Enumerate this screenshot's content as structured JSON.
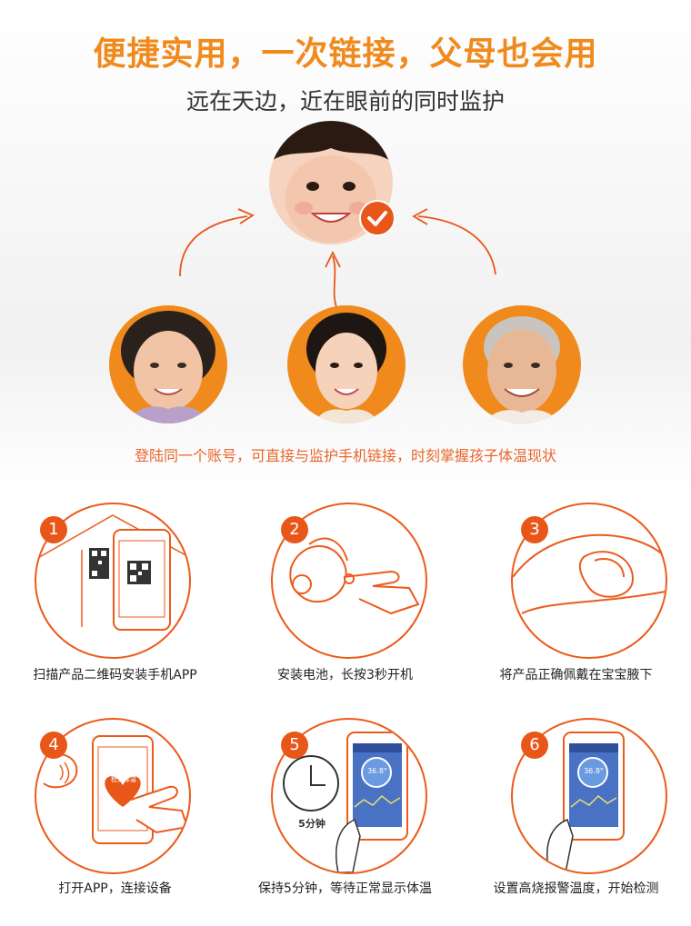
{
  "header": {
    "headline": "便捷实用，一次链接，父母也会用",
    "subline": "远在天边，近在眼前的同时监护"
  },
  "hero": {
    "caption": "登陆同一个账号，可直接与监护手机链接，时刻掌握孩子体温现状"
  },
  "steps": [
    {
      "number": "1",
      "label": "扫描产品二维码安装手机APP"
    },
    {
      "number": "2",
      "label": "安装电池，长按3秒开机"
    },
    {
      "number": "3",
      "label": "将产品正确佩戴在宝宝腋下"
    },
    {
      "number": "4",
      "label": "打开APP，连接设备",
      "heart_text": "检测体温"
    },
    {
      "number": "5",
      "label": "保持5分钟，等待正常显示体温",
      "clock_text": "5分钟",
      "screen_temp": "36.8°"
    },
    {
      "number": "6",
      "label": "设置高烧报警温度，开始检测",
      "screen_temp": "36.8°"
    }
  ],
  "colors": {
    "accent": "#f08a1c",
    "line": "#ec5b1c",
    "badge": "#e8561a",
    "caption": "#e8652b"
  }
}
